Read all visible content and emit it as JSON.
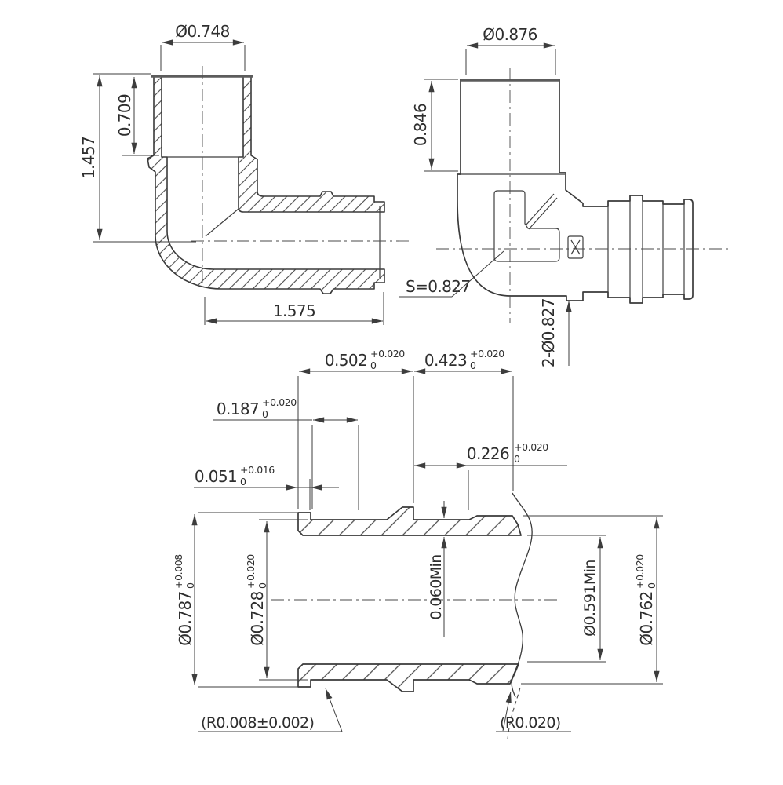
{
  "front": {
    "bore": "Ø0.748",
    "depth": "0.709",
    "height": "1.457",
    "length": "1.575"
  },
  "side": {
    "od": "Ø0.876",
    "height": "0.846",
    "socket": "S=0.827",
    "holes": "2-Ø0.827"
  },
  "section": {
    "d502": {
      "v": "0.502",
      "tp": "+0.020",
      "tb": "0"
    },
    "d423": {
      "v": "0.423",
      "tp": "+0.020",
      "tb": "0"
    },
    "d187": {
      "v": "0.187",
      "tp": "+0.020",
      "tb": "0"
    },
    "d051": {
      "v": "0.051",
      "tp": "+0.016",
      "tb": "0"
    },
    "d226": {
      "v": "0.226",
      "tp": "+0.020",
      "tb": "0"
    },
    "dia787": {
      "v": "Ø0.787",
      "tp": "+0.008",
      "tb": "0"
    },
    "dia728": {
      "v": "Ø0.728",
      "tp": "+0.020",
      "tb": "0"
    },
    "dia762": {
      "v": "Ø0.762",
      "tp": "+0.020",
      "tb": "0"
    },
    "wall": "0.060Min",
    "bore": "Ø0.591Min",
    "r_left": "(R0.008±0.002)",
    "r_right": "(R0.020)"
  }
}
